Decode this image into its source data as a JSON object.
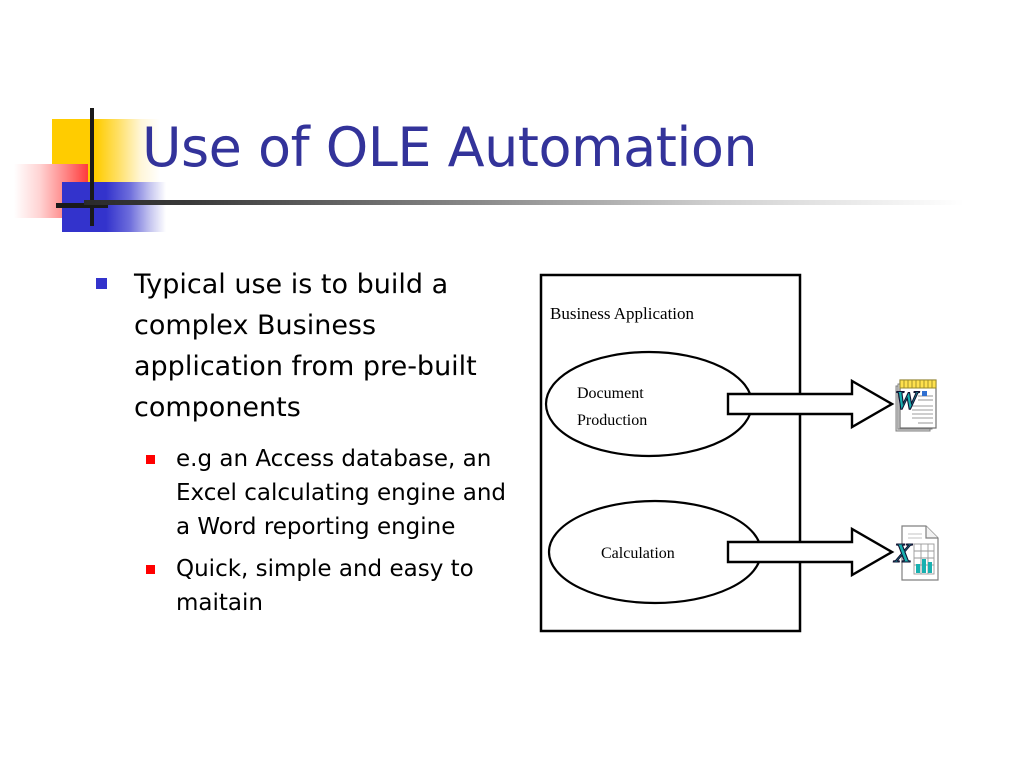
{
  "slide": {
    "title": "Use of OLE Automation",
    "title_color": "#33339A",
    "background": "#ffffff"
  },
  "decor": {
    "yellow_color": "#FFCC00",
    "blue_color": "#3333CC",
    "red_color": "#FF3B3B",
    "rule_color": "#2b2b2b"
  },
  "body": {
    "bullets": [
      {
        "level": 1,
        "marker_color": "#3333CC",
        "text": "Typical use is to build a complex Business application from pre-built components"
      }
    ],
    "sub_bullets": [
      {
        "level": 2,
        "marker_color": "#FF0000",
        "text": "e.g an Access database, an Excel calculating engine and a Word reporting engine"
      },
      {
        "level": 2,
        "marker_color": "#FF0000",
        "text": "Quick, simple and easy to maitain"
      }
    ]
  },
  "diagram": {
    "container_label": "Business Application",
    "nodes": [
      {
        "id": "document-production",
        "line1": "Document",
        "line2": "Production"
      },
      {
        "id": "calculation",
        "line1": "Calculation",
        "line2": ""
      }
    ],
    "arrows": [
      {
        "from": "document-production",
        "to": "word-icon"
      },
      {
        "from": "calculation",
        "to": "excel-icon"
      }
    ],
    "icons": [
      {
        "id": "word-icon",
        "letter": "W",
        "accent": "#18B0B0",
        "header": "#FFE14D"
      },
      {
        "id": "excel-icon",
        "letter": "X",
        "accent": "#18B0B0",
        "header": "#FFFFFF"
      }
    ]
  }
}
